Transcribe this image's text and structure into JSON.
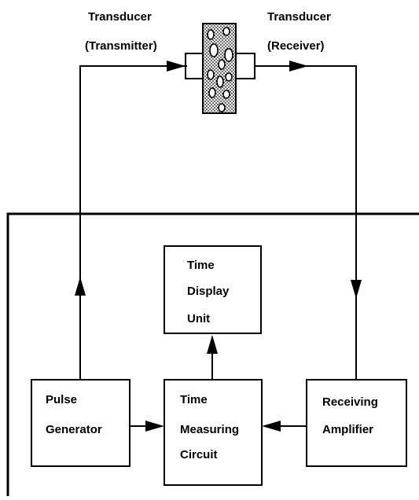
{
  "transducers": {
    "transmitter": {
      "title": "Transducer",
      "subtitle": "(Transmitter)"
    },
    "receiver": {
      "title": "Transducer",
      "subtitle": "(Receiver)"
    }
  },
  "blocks": {
    "time_display": {
      "lines": [
        "Time",
        "Display",
        "Unit"
      ]
    },
    "pulse_generator": {
      "lines": [
        "Pulse",
        "Generator"
      ]
    },
    "time_measuring": {
      "lines": [
        "Time",
        "Measuring",
        "Circuit"
      ]
    },
    "receiving_amplifier": {
      "lines": [
        "Receiving",
        "Amplifier"
      ]
    }
  }
}
